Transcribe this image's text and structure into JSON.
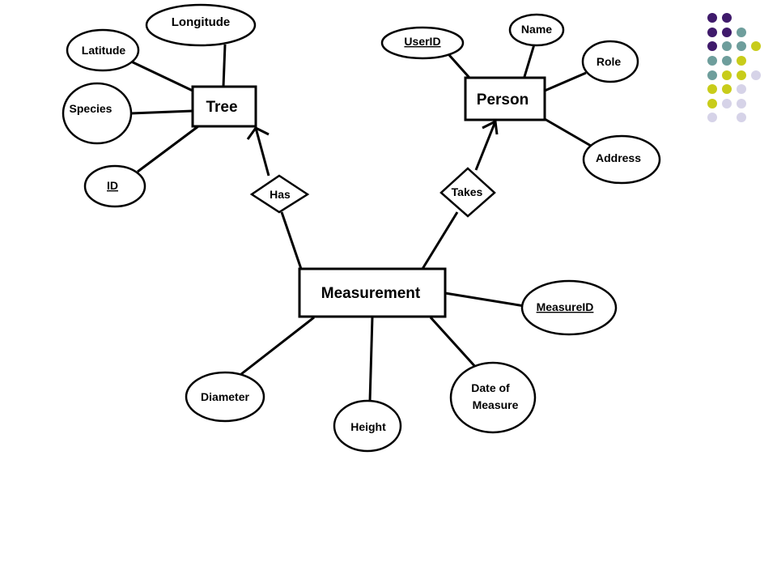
{
  "colors": {
    "dot_purple": "#3f1a6b",
    "dot_teal": "#6e9e9c",
    "dot_lime": "#c8cc1a",
    "dot_lavender": "#d6d3e8"
  },
  "entities": {
    "tree": "Tree",
    "person": "Person",
    "measurement": "Measurement"
  },
  "relationships": {
    "has": "Has",
    "takes": "Takes"
  },
  "attributes": {
    "longitude": "Longitude",
    "latitude": "Latitude",
    "species": "Species",
    "tree_id": "ID",
    "userid": "UserID",
    "name": "Name",
    "role": "Role",
    "address": "Address",
    "measureid": "MeasureID",
    "diameter": "Diameter",
    "height": "Height",
    "date_line1": "Date of",
    "date_line2": "Measure"
  }
}
